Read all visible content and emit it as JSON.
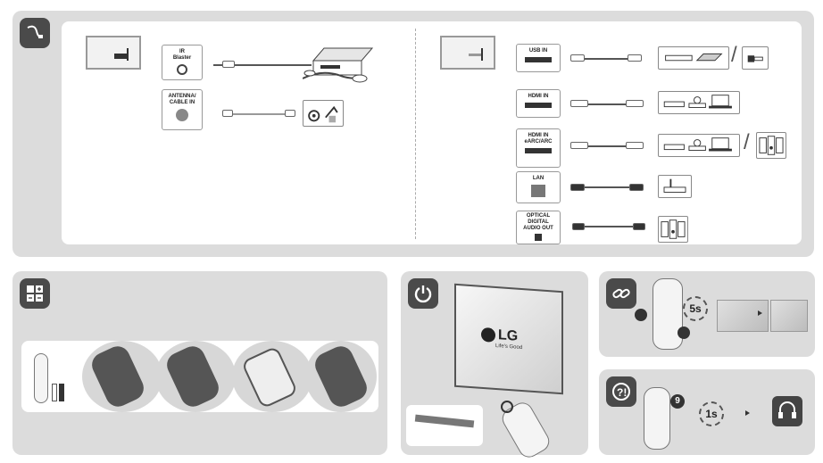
{
  "connections": {
    "left_ports": [
      {
        "label": "IR\nBlaster"
      },
      {
        "label": "ANTENNA/\nCABLE IN"
      }
    ],
    "right_ports": [
      {
        "label": "USB IN"
      },
      {
        "label": "HDMI IN"
      },
      {
        "label": "HDMI IN\neARC/ARC"
      },
      {
        "label": "LAN"
      },
      {
        "label": "OPTICAL DIGITAL\nAUDIO OUT"
      }
    ]
  },
  "power": {
    "logo_text": "LG",
    "tagline": "Life's Good"
  },
  "pairing": {
    "timer_label": "5s"
  },
  "help": {
    "timer_label": "1s",
    "button_number": "9"
  },
  "icons": {
    "connection": "cable-icon",
    "battery": "battery-icon",
    "power": "power-icon",
    "pair": "link-icon",
    "help": "question-icon"
  }
}
